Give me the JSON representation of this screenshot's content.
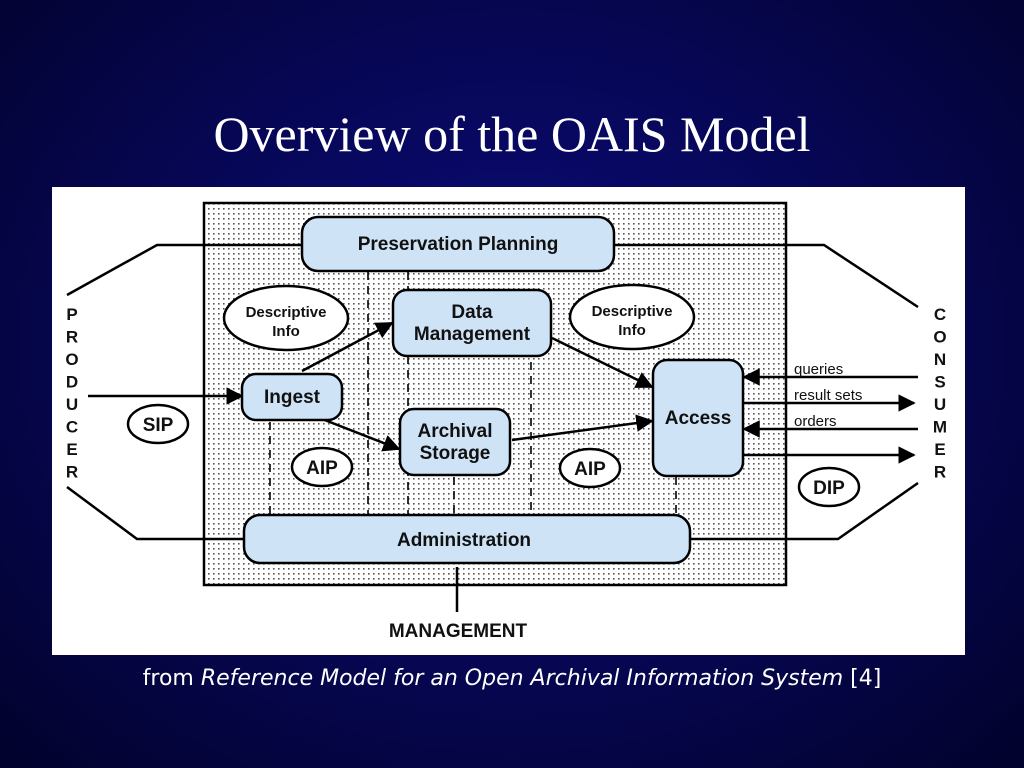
{
  "slide": {
    "title": "Overview of the OAIS Model",
    "caption": {
      "prefix": "from ",
      "source_title": "Reference Model for an Open Archival Information System",
      "suffix": " [4]"
    }
  },
  "diagram": {
    "entities": {
      "producer": "PRODUCER",
      "consumer": "CONSUMER",
      "management": "MANAGEMENT"
    },
    "functions": {
      "preservation_planning": "Preservation Planning",
      "data_management": [
        "Data",
        "Management"
      ],
      "ingest": "Ingest",
      "archival_storage": [
        "Archival",
        "Storage"
      ],
      "access": "Access",
      "administration": "Administration"
    },
    "info_objects": {
      "descriptive_info_left": [
        "Descriptive",
        "Info"
      ],
      "descriptive_info_right": [
        "Descriptive",
        "Info"
      ],
      "sip": "SIP",
      "aip_left": "AIP",
      "aip_right": "AIP",
      "dip": "DIP"
    },
    "flows": {
      "queries": "queries",
      "result_sets": "result sets",
      "orders": "orders"
    },
    "colors": {
      "box_fill": "#cfe3f7",
      "slide_background": "#07075a"
    }
  }
}
